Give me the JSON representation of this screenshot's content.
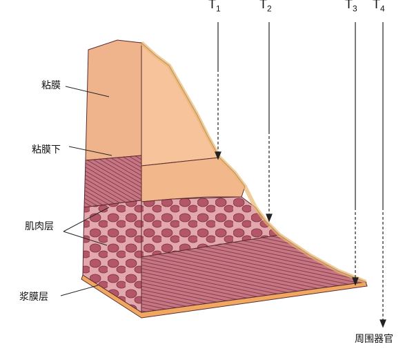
{
  "labels": {
    "mucosa": "粘膜",
    "submucosa": "粘膜下",
    "muscularis": "肌肉层",
    "serosa": "浆膜层",
    "adjacent_organs": "周围器官"
  },
  "stages": [
    {
      "letter": "T",
      "sub": "1"
    },
    {
      "letter": "T",
      "sub": "2"
    },
    {
      "letter": "T",
      "sub": "3"
    },
    {
      "letter": "T",
      "sub": "4"
    }
  ],
  "colors": {
    "mucosa": "#f2b98f",
    "submucosa": "#f6c9a0",
    "muscle": "#b85a6a",
    "muscle_light": "#d9909a",
    "serosa": "#f0a860",
    "outline": "#5a2a30"
  }
}
